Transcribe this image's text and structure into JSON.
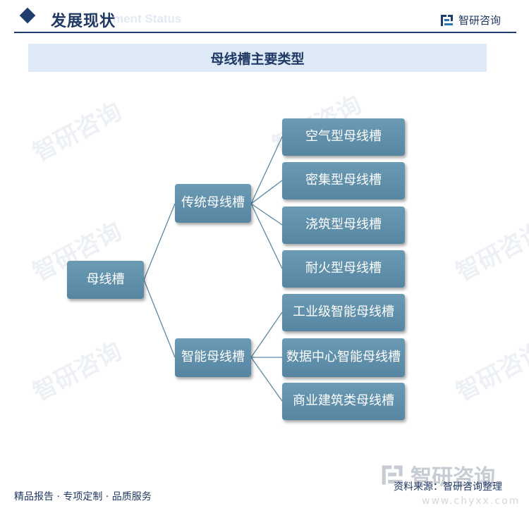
{
  "header": {
    "title": "发展现状",
    "ghost_text": "ment Status",
    "brand": "智研咨询"
  },
  "banner": {
    "title": "母线槽主要类型"
  },
  "watermark": {
    "text": "智研咨询",
    "bottom_text": "智研咨询",
    "bottom_sub": "www.chyxx.com"
  },
  "diagram": {
    "root": "母线槽",
    "branches": [
      {
        "label": "传统母线槽",
        "children": [
          "空气型母线槽",
          "密集型母线槽",
          "浇筑型母线槽",
          "耐火型母线槽"
        ]
      },
      {
        "label": "智能母线槽",
        "children": [
          "工业级智能母线槽",
          "数据中心智能母线槽",
          "商业建筑类母线槽"
        ]
      }
    ]
  },
  "footer": {
    "left": "精品报告 · 专项定制 · 品质服务",
    "source": "资料来源：智研咨询整理"
  },
  "colors": {
    "node": "#5f8fab",
    "connector": "#5a8aa6",
    "accent": "#1f3c6e"
  }
}
